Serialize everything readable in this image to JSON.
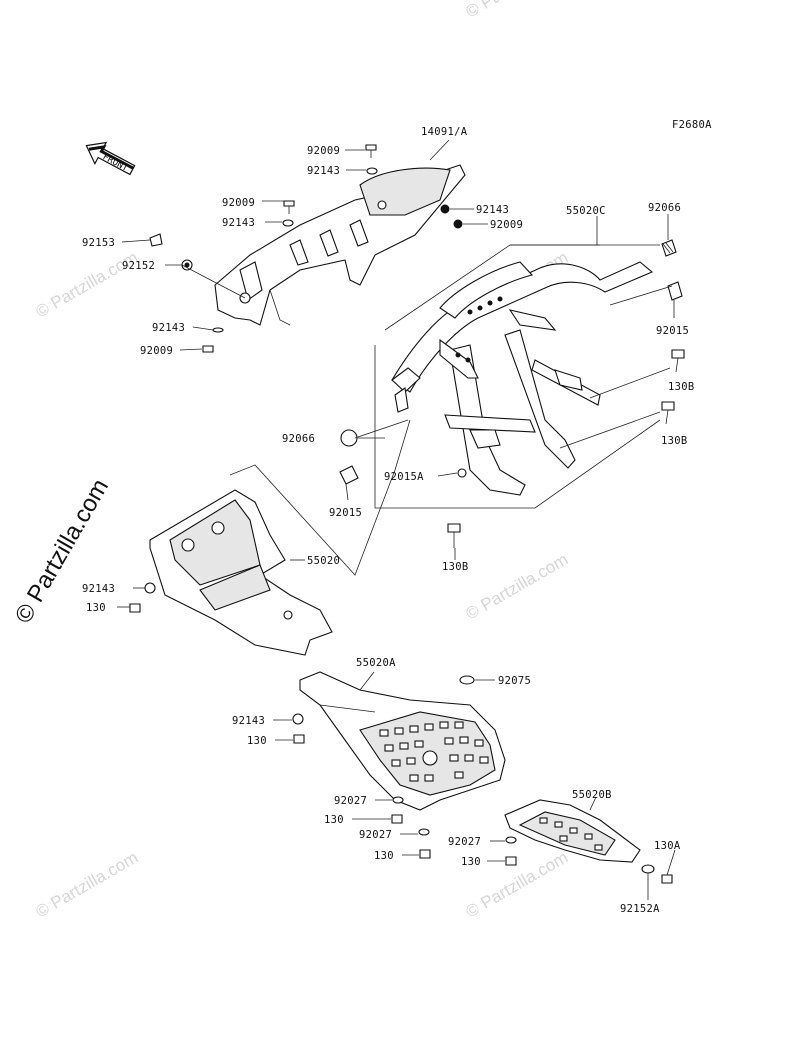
{
  "figure_code": "F2680A",
  "front_marker": "FRONT",
  "watermarks": [
    "© Partzilla.com"
  ],
  "labels": {
    "l14091a": "14091/A",
    "l92009_top": "92009",
    "l92143_top": "92143",
    "l92009_mid": "92009",
    "l92143_mid": "92143",
    "l92153": "92153",
    "l92152": "92152",
    "l92143_right": "92143",
    "l92009_right": "92009",
    "l92143_left": "92143",
    "l92009_left": "92009",
    "l55020c": "55020C",
    "l92066_top": "92066",
    "l92015_right": "92015",
    "l130b_1": "130B",
    "l130b_2": "130B",
    "l92066_left": "92066",
    "l92015a": "92015A",
    "l92015_low": "92015",
    "l130b_3": "130B",
    "l55020": "55020",
    "l92143_guard": "92143",
    "l130_guard": "130",
    "l55020a": "55020A",
    "l92075": "92075",
    "l92143_skid": "92143",
    "l130_skid": "130",
    "l92027_1": "92027",
    "l130_a": "130",
    "l92027_2": "92027",
    "l130_b": "130",
    "l55020b": "55020B",
    "l92027_3": "92027",
    "l130_c": "130",
    "l130a": "130A",
    "l92152a": "92152A"
  }
}
